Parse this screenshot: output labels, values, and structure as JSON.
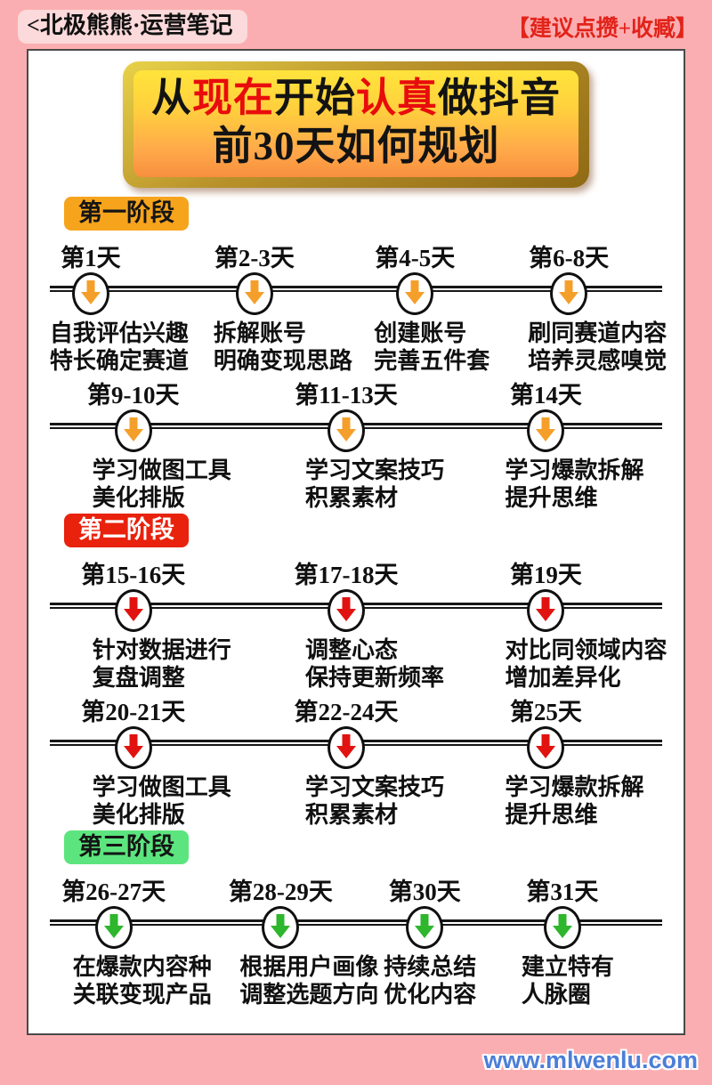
{
  "header": {
    "channel": "<北极熊熊·运营笔记",
    "hint": "【建议点攒+收臧】",
    "hint_color": "#E2231A"
  },
  "title": {
    "parts": [
      {
        "text": "从",
        "red": false
      },
      {
        "text": "现在",
        "red": true
      },
      {
        "text": "开始",
        "red": false
      },
      {
        "text": "认真",
        "red": true
      },
      {
        "text": "做抖音",
        "red": false
      }
    ],
    "line2": "前30天如何规划",
    "button_colors": {
      "top": "#FFE43C",
      "bottom": "#F78F3E",
      "bevel": "#8F6A14"
    }
  },
  "stages": [
    {
      "badge": "第一阶段",
      "badge_bg": "#F7A41D",
      "badge_text_color": "#151515",
      "arrow_color": "#F59F2B",
      "rows": [
        {
          "cols": [
            {
              "label": "第1天",
              "line1": "自我评估兴趣",
              "line2": "特长确定赛道"
            },
            {
              "label": "第2-3天",
              "line1": "拆解账号",
              "line2": "明确变现思路"
            },
            {
              "label": "第4-5天",
              "line1": "创建账号",
              "line2": "完善五件套"
            },
            {
              "label": "第6-8天",
              "line1": "刷同赛道内容",
              "line2": "培养灵感嗅觉"
            }
          ]
        },
        {
          "cols": [
            {
              "label": "第9-10天",
              "line1": "学习做图工具",
              "line2": "美化排版"
            },
            {
              "label": "第11-13天",
              "line1": "学习文案技巧",
              "line2": "积累素材"
            },
            {
              "label": "第14天",
              "line1": "学习爆款拆解",
              "line2": "提升思维"
            }
          ]
        }
      ]
    },
    {
      "badge": "第二阶段",
      "badge_bg": "#E8220C",
      "badge_text_color": "#FFFFFF",
      "arrow_color": "#E01310",
      "rows": [
        {
          "cols": [
            {
              "label": "第15-16天",
              "line1": "针对数据进行",
              "line2": "复盘调整"
            },
            {
              "label": "第17-18天",
              "line1": "调整心态",
              "line2": "保持更新频率"
            },
            {
              "label": "第19天",
              "line1": "对比同领域内容",
              "line2": "增加差异化"
            }
          ]
        },
        {
          "cols": [
            {
              "label": "第20-21天",
              "line1": "学习做图工具",
              "line2": "美化排版"
            },
            {
              "label": "第22-24天",
              "line1": "学习文案技巧",
              "line2": "积累素材"
            },
            {
              "label": "第25天",
              "line1": "学习爆款拆解",
              "line2": "提升思维"
            }
          ]
        }
      ]
    },
    {
      "badge": "第三阶段",
      "badge_bg": "#5CE57E",
      "badge_text_color": "#151515",
      "arrow_color": "#2EB62C",
      "rows": [
        {
          "cols": [
            {
              "label": "第26-27天",
              "line1": "在爆款内容种",
              "line2": "关联变现产品"
            },
            {
              "label": "第28-29天",
              "line1": "根据用户画像",
              "line2": "调整选题方向"
            },
            {
              "label": "第30天",
              "line1": "持续总结",
              "line2": "优化内容"
            },
            {
              "label": "第31天",
              "line1": "建立特有",
              "line2": "人脉圈"
            }
          ]
        }
      ]
    }
  ],
  "footer": {
    "watermark": "www.mlwenlu.com",
    "watermark_color": "#4B7ED8"
  },
  "page_colors": {
    "background": "#FBAEB1",
    "card": "#FFFFFF"
  }
}
